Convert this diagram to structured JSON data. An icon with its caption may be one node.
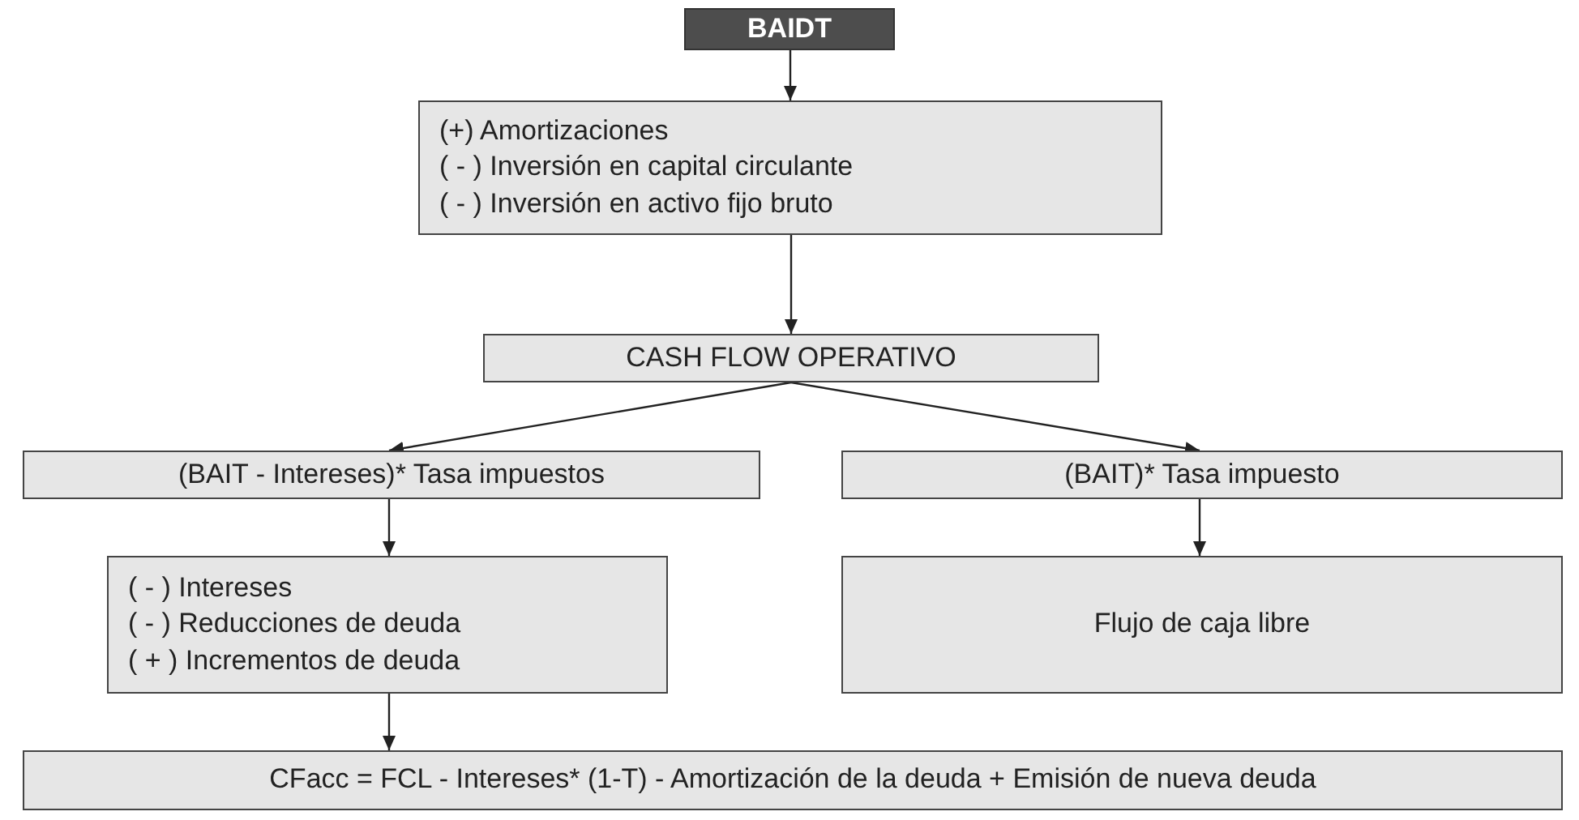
{
  "diagram": {
    "nodes": [
      {
        "text": [
          "BAIDT"
        ]
      },
      {
        "text": [
          "(+) Amortizaciones",
          "( - ) Inversión en capital circulante",
          "( - ) Inversión en activo fijo bruto"
        ]
      },
      {
        "text": [
          "CASH FLOW OPERATIVO"
        ]
      },
      {
        "text": [
          "(BAIT - Intereses)* Tasa impuestos"
        ]
      },
      {
        "text": [
          "(BAIT)* Tasa impuesto"
        ]
      },
      {
        "text": [
          "( - )  Intereses",
          "( - )  Reducciones de deuda",
          "( + ) Incrementos de deuda"
        ]
      },
      {
        "text": [
          "Flujo de caja libre"
        ]
      },
      {
        "text": [
          "CFacc = FCL - Intereses* (1-T) - Amortización de la deuda + Emisión de nueva deuda"
        ]
      }
    ],
    "edges": [
      {
        "from": 0,
        "to": 1,
        "arrow": "to"
      },
      {
        "from": 1,
        "to": 2,
        "arrow": "to"
      },
      {
        "from": 2,
        "to": 3,
        "arrow": "to"
      },
      {
        "from": 2,
        "to": 4,
        "arrow": "to"
      },
      {
        "from": 3,
        "to": 5,
        "arrow": "to"
      },
      {
        "from": 4,
        "to": 6,
        "arrow": "to"
      },
      {
        "from": 5,
        "to": 7,
        "arrow": "to"
      }
    ]
  }
}
